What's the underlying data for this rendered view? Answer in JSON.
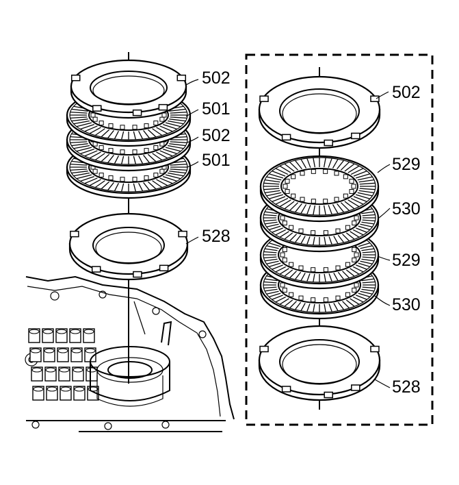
{
  "diagram": {
    "callouts_left": [
      "502",
      "501",
      "502",
      "501",
      "528"
    ],
    "callouts_right": [
      "502",
      "529",
      "530",
      "529",
      "530",
      "528"
    ]
  }
}
